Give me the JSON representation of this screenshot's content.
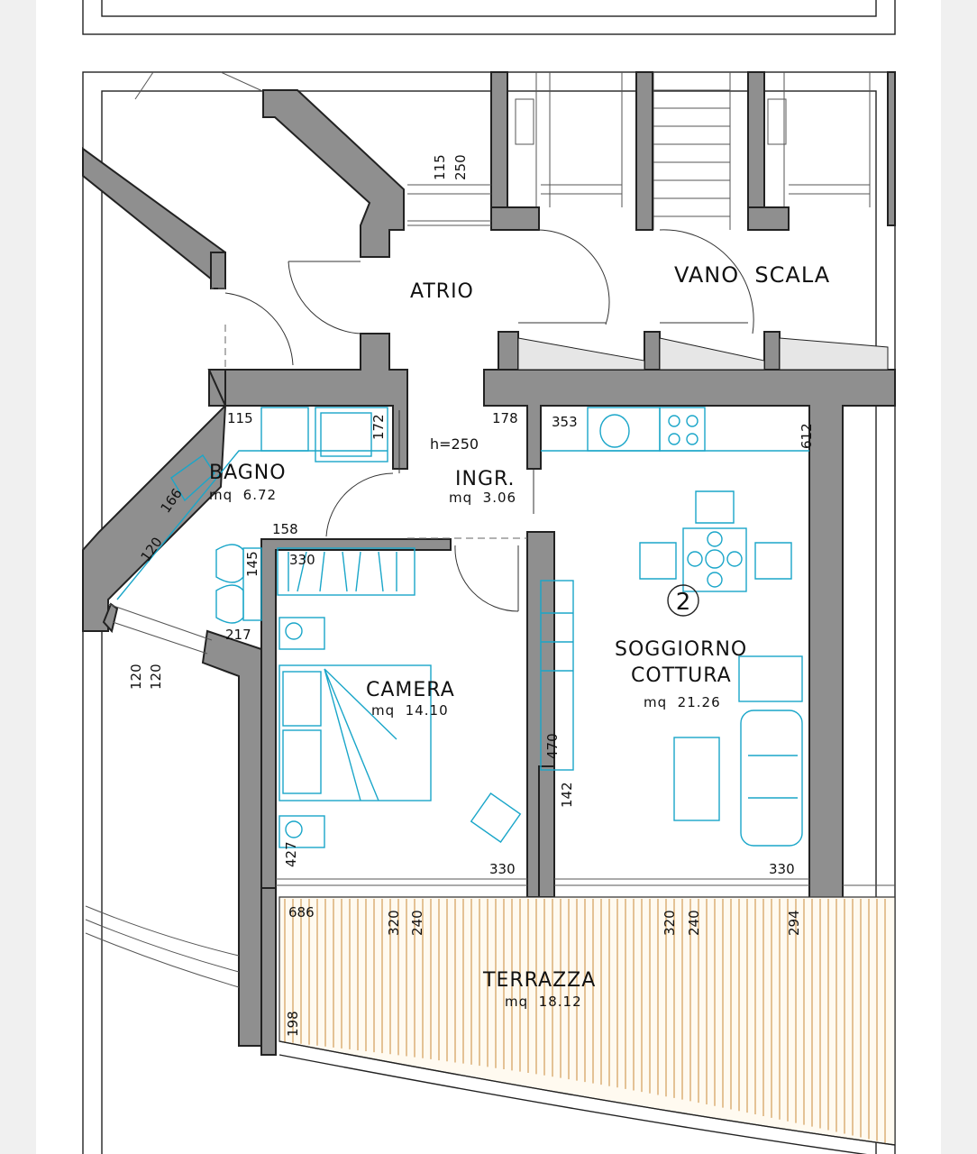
{
  "rooms": {
    "atrio": "ATRIO",
    "vano_scala": "VANO  SCALA",
    "bagno": "BAGNO",
    "bagno_area": "mq  6.72",
    "ingresso": "INGR.",
    "ingresso_area": "mq  3.06",
    "camera": "CAMERA",
    "camera_area": "mq  14.10",
    "soggiorno": "SOGGIORNO",
    "cottura": "COTTURA",
    "soggiorno_area": "mq  21.26",
    "terrazza": "TERRAZZA",
    "terrazza_area": "mq  18.12"
  },
  "unit_number": "2",
  "ceiling_height": "h=250",
  "dimensions": {
    "d115_top": "115",
    "d250_top": "250",
    "d115_bagno": "115",
    "d172": "172",
    "d178": "178",
    "d353": "353",
    "d612": "612",
    "d166": "166",
    "d120_bagno": "120",
    "d158": "158",
    "d145": "145",
    "d330_camera": "330",
    "d217": "217",
    "d120_a": "120",
    "d120_b": "120",
    "d470": "470",
    "d142": "142",
    "d427": "427",
    "d330_camera_bottom": "330",
    "d330_soggiorno_bottom": "330",
    "d686": "686",
    "d320_a": "320",
    "d240_a": "240",
    "d320_b": "320",
    "d240_b": "240",
    "d294": "294",
    "d198": "198"
  },
  "colors": {
    "wall_fill": "#8f8f8f",
    "furniture": "#1aa6c9",
    "terrace_hatch": "#c98a3a",
    "sheet": "#ffffff",
    "line": "#222222"
  }
}
